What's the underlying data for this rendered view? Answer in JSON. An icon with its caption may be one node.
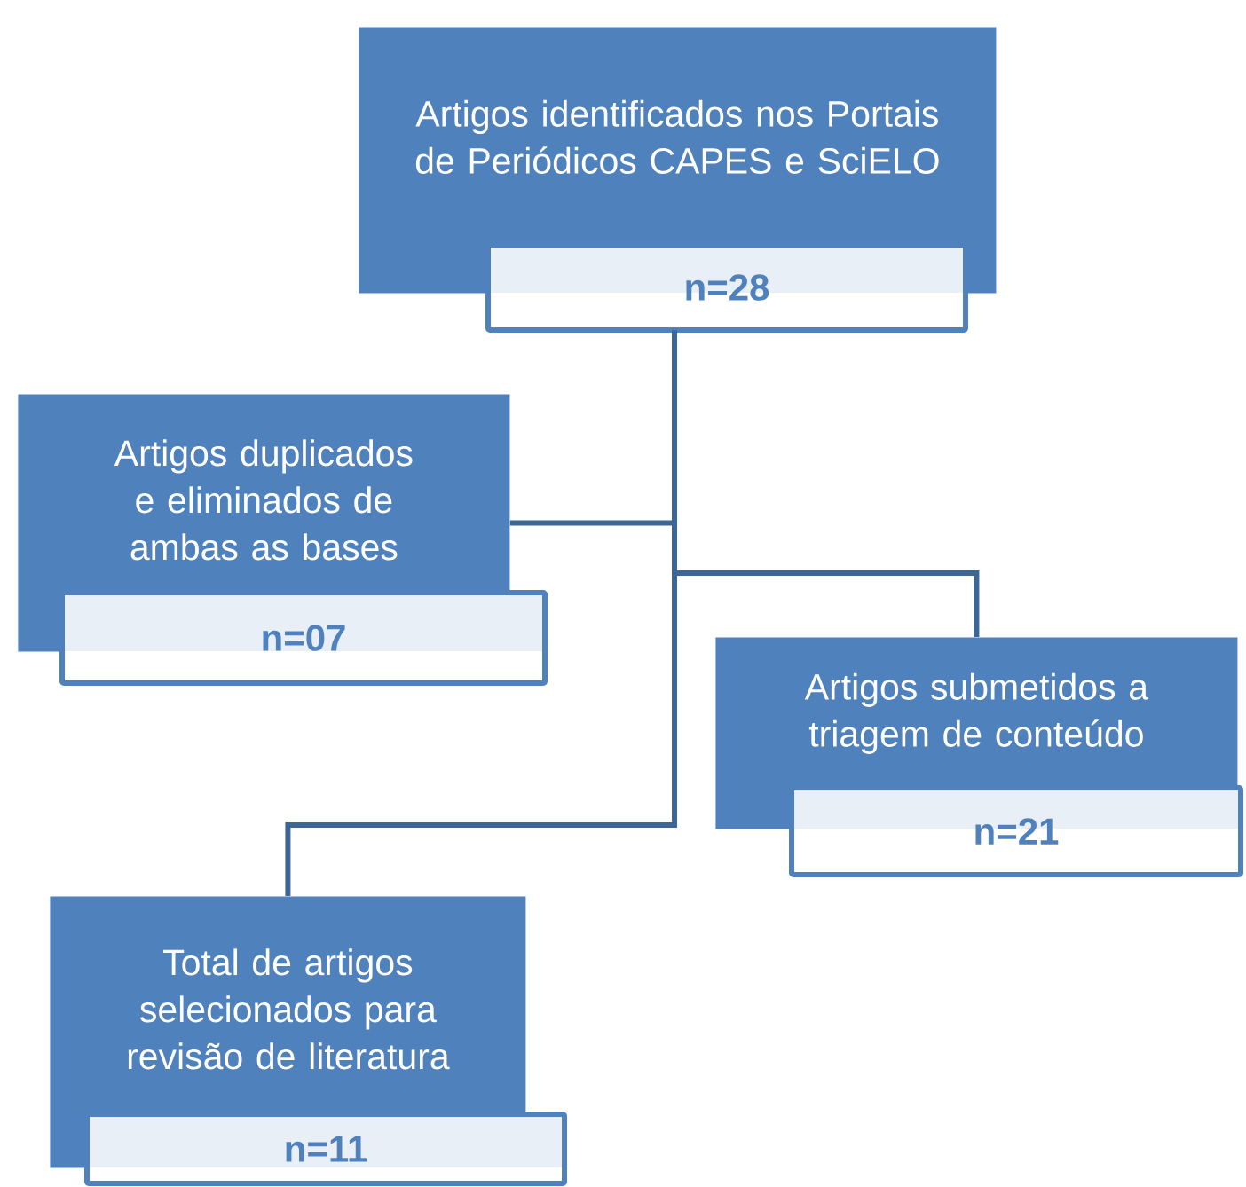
{
  "diagram": {
    "nodes": [
      {
        "text": [
          "Artigos identificados nos Portais de Periódicos CAPES e SciELO"
        ]
      },
      {
        "text": [
          "n=28"
        ]
      },
      {
        "text": [
          "Artigos duplicados e eliminados de ambas as bases"
        ]
      },
      {
        "text": [
          "n=07"
        ]
      },
      {
        "text": [
          "Artigos submetidos a triagem de conteúdo"
        ]
      },
      {
        "text": [
          "n=21"
        ]
      },
      {
        "text": [
          "Total de artigos selecionados para revisão de literatura"
        ]
      },
      {
        "text": [
          "n=11"
        ]
      }
    ],
    "edges": [
      {
        "from": 1,
        "to": 2,
        "arrow": "none"
      },
      {
        "from": 1,
        "to": 4,
        "arrow": "none"
      },
      {
        "from": 1,
        "to": 6,
        "arrow": "none"
      }
    ]
  }
}
